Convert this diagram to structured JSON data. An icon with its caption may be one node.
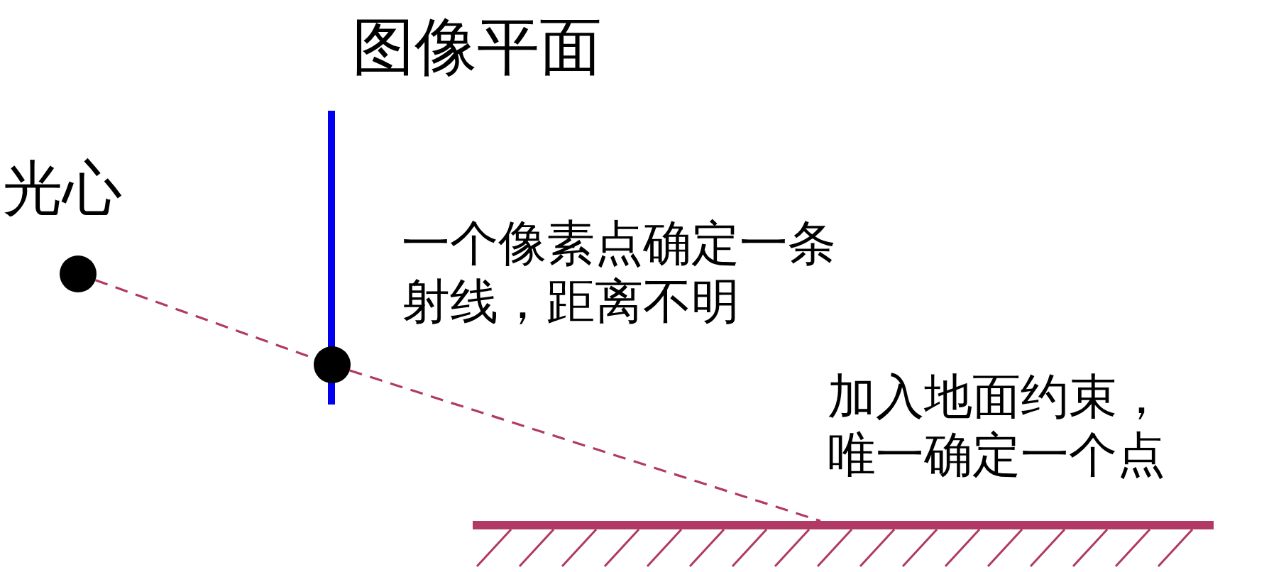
{
  "diagram": {
    "nodes": [
      {
        "text": [
          "光心"
        ]
      },
      {
        "text": [
          "图像平面"
        ]
      },
      {
        "text": [],
        "shape": "circle"
      },
      {
        "text": [],
        "shape": "bar"
      }
    ],
    "edges": [
      {
        "from": 0,
        "to": 2,
        "arrow": "none",
        "style": "dashed"
      },
      {
        "from": 2,
        "to": 3,
        "arrow": "none",
        "style": "dashed"
      }
    ],
    "labels": [
      "一个像素点确定一条射线，距离不明",
      "加入地面约束，唯一确定一个点"
    ]
  }
}
